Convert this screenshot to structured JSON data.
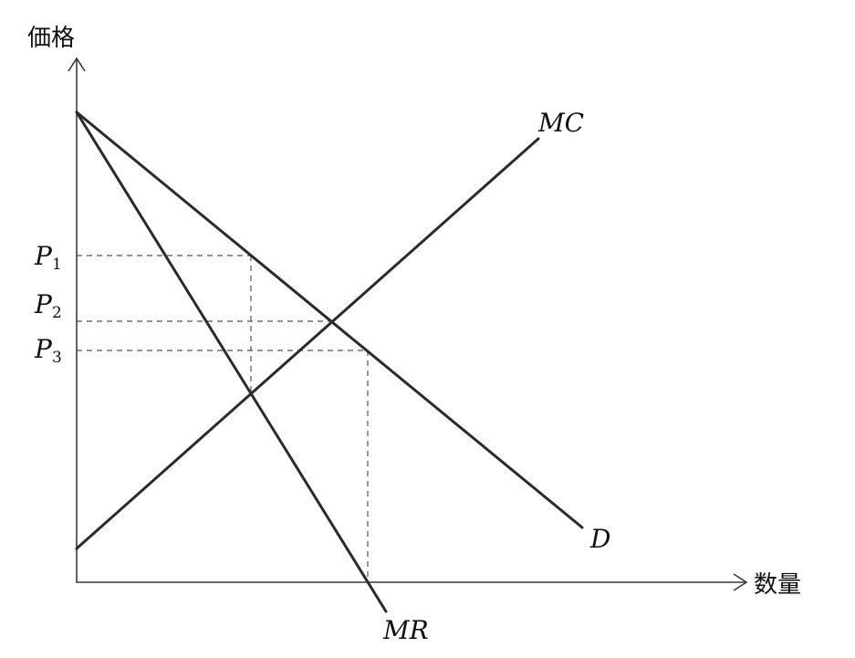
{
  "axes": {
    "y_title": "価格",
    "x_title": "数量"
  },
  "curves": {
    "mc_label": "MC",
    "d_label": "D",
    "mr_label": "MR"
  },
  "price_levels": [
    {
      "symbol": "P",
      "subscript": "1"
    },
    {
      "symbol": "P",
      "subscript": "2"
    },
    {
      "symbol": "P",
      "subscript": "3"
    }
  ],
  "colors": {
    "ink": "#2b2b2b",
    "guide": "#555555",
    "background": "#ffffff"
  }
}
